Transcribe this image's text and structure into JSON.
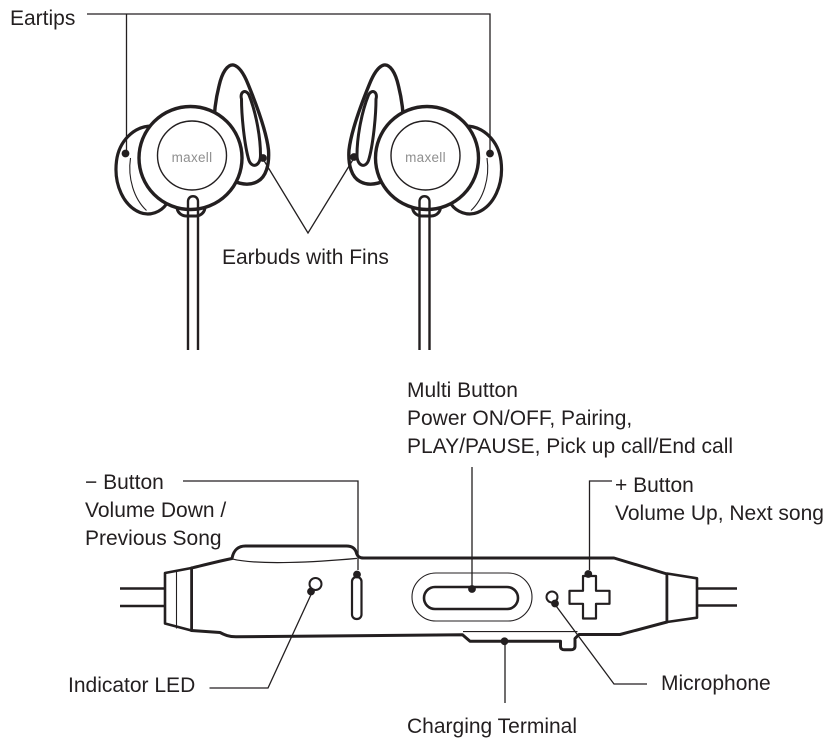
{
  "page": {
    "background": "#ffffff"
  },
  "diagram": {
    "brand_logo": "maxell",
    "colors": {
      "line": "#231f20",
      "text": "#231f20",
      "brand_logo_text": "#8f8f8f",
      "background": "#ffffff"
    },
    "earbuds": {
      "eartips_label": "Eartips",
      "earbuds_with_fins_label": "Earbuds with Fins"
    },
    "pod": {
      "multi_button": {
        "title": "Multi Button",
        "desc1": "Power ON/OFF, Pairing,",
        "desc2": "PLAY/PAUSE, Pick up call/End call"
      },
      "minus_button": {
        "title": "− Button",
        "desc1": "Volume Down /",
        "desc2": "Previous Song"
      },
      "plus_button": {
        "title": "+ Button",
        "desc1": "Volume Up, Next song"
      },
      "indicator_led_label": "Indicator LED",
      "microphone_label": "Microphone",
      "charging_terminal_label": "Charging Terminal"
    }
  }
}
